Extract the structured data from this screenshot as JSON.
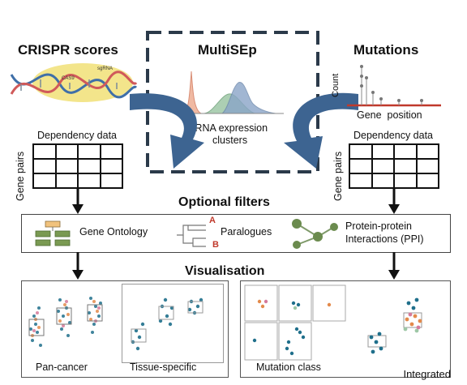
{
  "left": {
    "title": "CRISPR scores",
    "dna_labels": [
      "CAS9",
      "sgRNA"
    ]
  },
  "center": {
    "title": "MultiSEp",
    "caption_line1": "mRNA expression",
    "caption_line2": "clusters"
  },
  "right": {
    "title": "Mutations",
    "y_axis": "Count",
    "x_axis": "Gene  position"
  },
  "dependency": {
    "label": "Dependency data",
    "axis": "Gene pairs"
  },
  "filters": {
    "title": "Optional filters",
    "items": [
      {
        "label": "Gene Ontology",
        "icon": "hierarchy-icon"
      },
      {
        "label": "Paralogues",
        "icon": "tree-icon",
        "marks": [
          "A",
          "B"
        ]
      },
      {
        "label_line1": "Protein-protein",
        "label_line2": "Interactions (PPI)",
        "icon": "network-icon"
      }
    ]
  },
  "visualisation": {
    "title": "Visualisation",
    "plots": [
      "Pan-cancer",
      "Tissue-specific",
      "Mutation class",
      "Integrated"
    ]
  },
  "colors": {
    "arrow_blue": "#3d6491",
    "mutation_red": "#c0392b",
    "dot_teal": "#1f6f8b",
    "dot_orange": "#e38a4b",
    "dot_pink": "#d67a9a",
    "highlight_yellow": "#f3e58b"
  }
}
